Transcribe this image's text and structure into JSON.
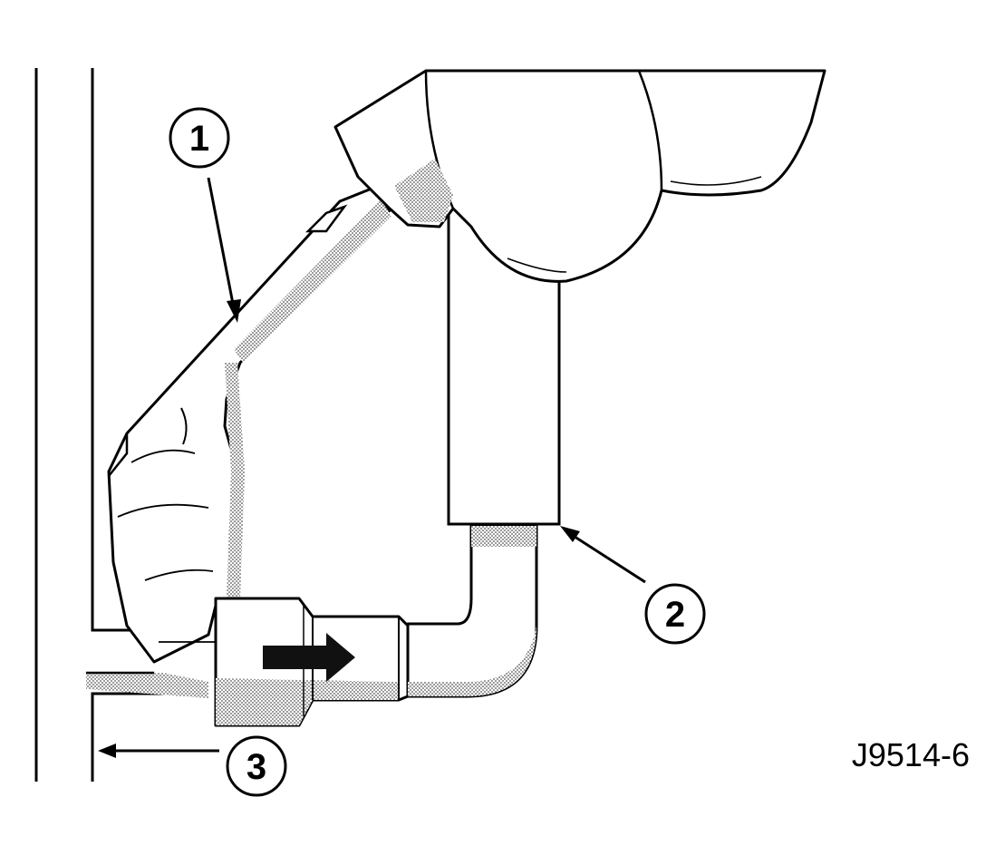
{
  "callouts": [
    {
      "label": "1"
    },
    {
      "label": "2"
    },
    {
      "label": "3"
    }
  ],
  "figure_id": "J9514-6",
  "colors": {
    "line": "#000000",
    "shade": "#b8b8b8",
    "background": "#ffffff",
    "flow-arrow": "#111111"
  }
}
